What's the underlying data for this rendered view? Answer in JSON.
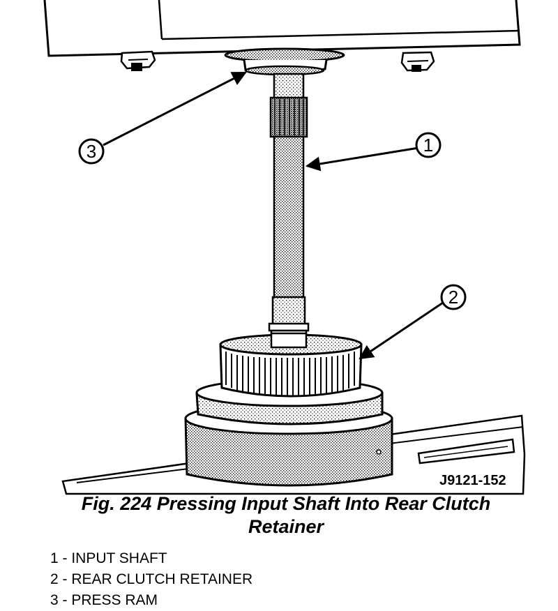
{
  "figure": {
    "code": "J9121-152",
    "callouts": [
      {
        "number": "1"
      },
      {
        "number": "2"
      },
      {
        "number": "3"
      }
    ]
  },
  "caption": {
    "line1": "Fig. 224 Pressing Input Shaft Into Rear Clutch",
    "line2": "Retainer"
  },
  "legend": [
    {
      "text": "1 - INPUT SHAFT"
    },
    {
      "text": "2 - REAR CLUTCH RETAINER"
    },
    {
      "text": "3 - PRESS RAM"
    }
  ]
}
